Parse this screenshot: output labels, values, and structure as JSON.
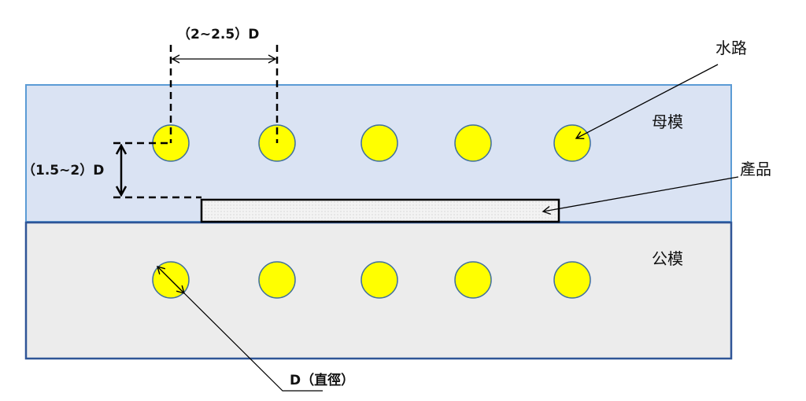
{
  "labels": {
    "waterway": "水路",
    "cavity_mold": "母模",
    "product": "產品",
    "core_mold": "公模",
    "spacing": "（2~2.5）D",
    "depth": "（1.5~2）D",
    "diameter": "D（直徑）"
  },
  "colors": {
    "cavity_fill": "#dae3f3",
    "cavity_stroke": "#5b9bd5",
    "core_fill": "#ececec",
    "core_stroke": "#2f5597",
    "channel_fill": "#ffff00",
    "channel_stroke": "#41719c",
    "product_fill": "#f2f2f2",
    "product_stroke": "#000000"
  },
  "channels": {
    "cavity_count": 5,
    "core_count": 5
  }
}
